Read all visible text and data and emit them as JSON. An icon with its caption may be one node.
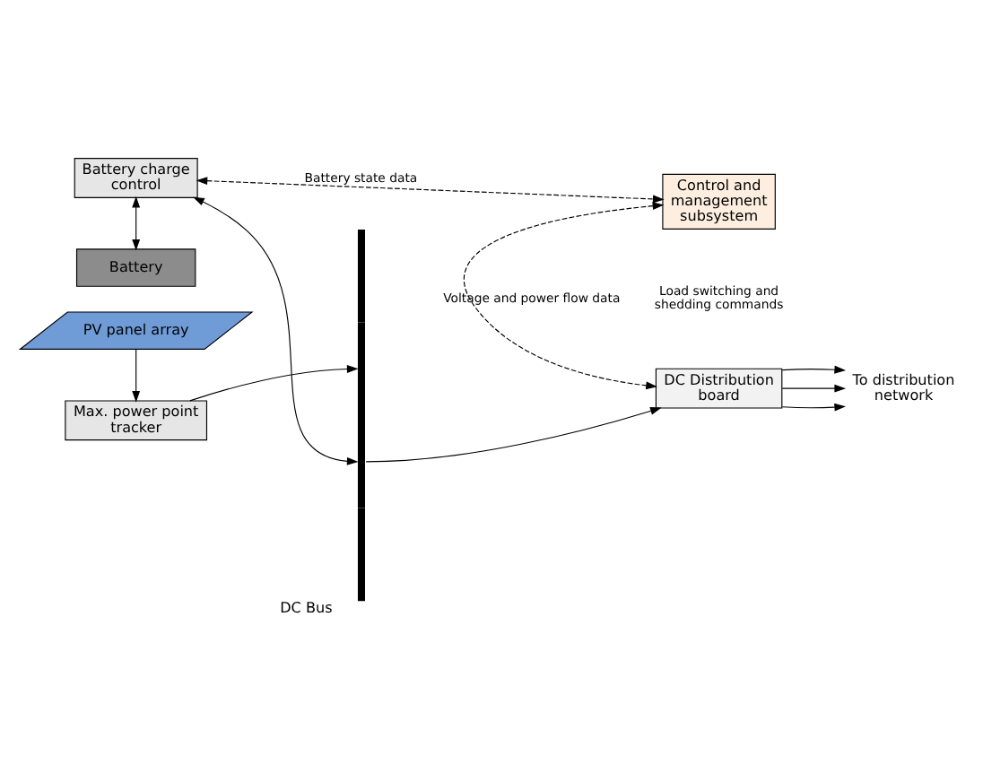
{
  "diagram": {
    "nodes": [
      {
        "text": [
          "PV panel array"
        ]
      },
      {
        "text": [
          "Max. power point tracker"
        ]
      },
      {
        "text": [
          "Battery charge control"
        ]
      },
      {
        "text": [
          "Battery"
        ]
      },
      {
        "text": [
          "DC Bus"
        ]
      },
      {
        "text": [
          "Control and management subsystem"
        ]
      },
      {
        "text": [
          "DC Distribution board"
        ]
      },
      {
        "text": [
          "To distribution network"
        ]
      }
    ],
    "edges": [
      {
        "from": 0,
        "to": 1,
        "arrow": "to"
      },
      {
        "from": 1,
        "to": 4,
        "arrow": "to"
      },
      {
        "from": 2,
        "to": 4,
        "arrow": "both"
      },
      {
        "from": 2,
        "to": 3,
        "arrow": "both"
      },
      {
        "from": 4,
        "to": 6,
        "arrow": "to"
      },
      {
        "from": 2,
        "to": 5,
        "arrow": "both",
        "style": "dashed",
        "label": "Battery state data"
      },
      {
        "from": 5,
        "to": 6,
        "arrow": "both",
        "style": "dashed",
        "label": "Voltage and power flow data"
      },
      {
        "from": 6,
        "to": 7,
        "arrow": "to"
      },
      {
        "from": 6,
        "to": 7,
        "arrow": "to"
      },
      {
        "from": 6,
        "to": 7,
        "arrow": "to"
      }
    ],
    "labels": [
      "Load switching and shedding commands"
    ]
  }
}
